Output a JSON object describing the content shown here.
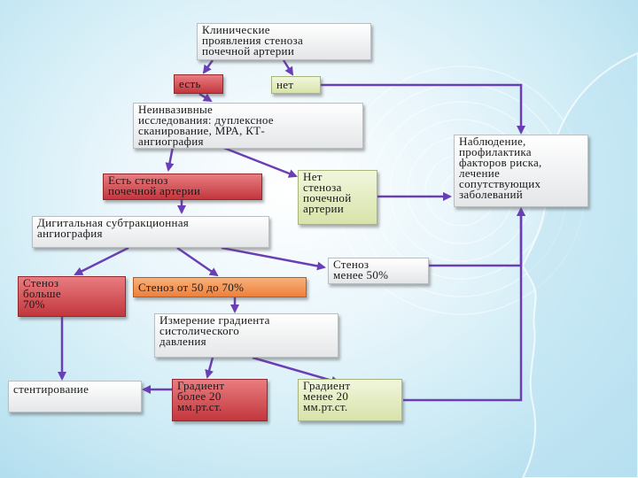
{
  "diagram": {
    "nodes": {
      "clinical": "Клинические\nпроявления стеноза\nпочечной артерии",
      "yes": "есть",
      "no": "нет",
      "noninvasive": "Неинвазивные\nисследования: дуплексное\nсканирование, МРА, КТ-\nангиография",
      "observation": "Наблюдение,\nпрофилактика\nфакторов риска,\nлечение\nсопутствующих\nзаболеваний",
      "stenosis_yes": "Есть стеноз\nпочечной артерии",
      "stenosis_no": "Нет\nстеноза\nпочечной\nартерии",
      "dsa": "Дигитальная субтракционная\nангиография",
      "stenosis_lt50": "Стеноз\nменее 50%",
      "stenosis_gt70": "Стеноз\nбольше\n70%",
      "stenosis_50_70": "Стеноз от 50 до 70%",
      "gradient_measure": "Измерение градиента\nсистолического\nдавления",
      "stenting": "стентирование",
      "gradient_gt20": "Градиент\nболее 20\nмм.рт.ст.",
      "gradient_lt20": "Градиент\nменее 20\nмм.рт.ст."
    },
    "colors": {
      "arrow": "#6a3fb5",
      "red_box": "#d14a4f",
      "green_box": "#e3ecc0",
      "orange_box": "#f08a45",
      "grey_box": "#eef0f2"
    }
  }
}
